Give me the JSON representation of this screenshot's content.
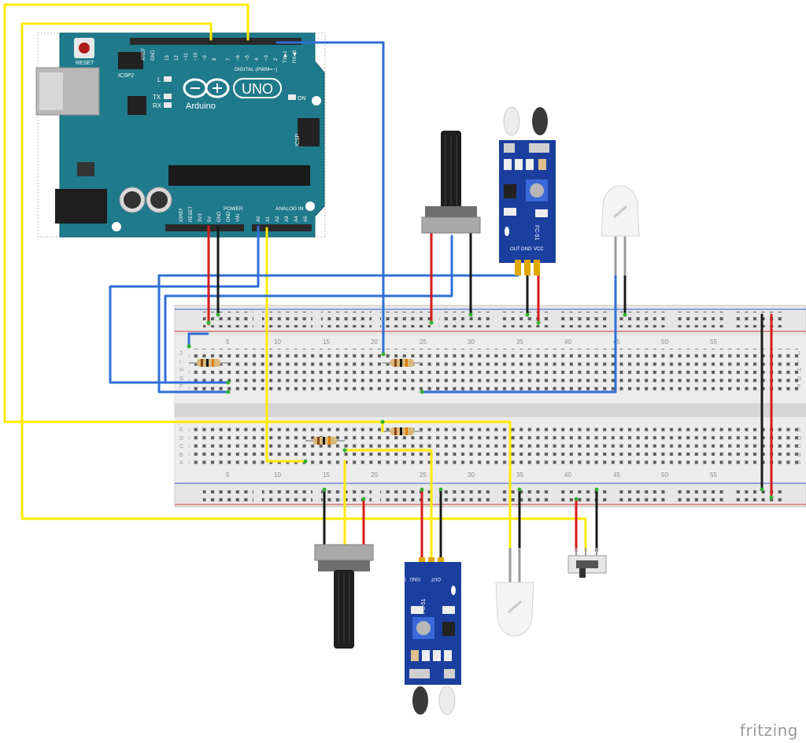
{
  "arduino": {
    "brand": "Arduino",
    "model": "UNO",
    "reset_label": "RESET",
    "icsp2_label": "ICSP2",
    "icsp_label": "ICSP",
    "led_l": "L",
    "led_tx": "TX",
    "led_rx": "RX",
    "on_label": "ON",
    "digital_header": "DIGITAL (PWM=~)",
    "analog_header": "ANALOG IN",
    "power_header": "POWER",
    "digital_pins": [
      "AREF",
      "GND",
      "13",
      "12",
      "~11",
      "~10",
      "~9",
      "8",
      "7",
      "~6",
      "~5",
      "4",
      "~3",
      "2",
      "TX▶1",
      "RX◀0"
    ],
    "power_pins": [
      "IOREF",
      "RESET",
      "3V3",
      "5V",
      "GND",
      "GND",
      "VIN"
    ],
    "analog_pins": [
      "A0",
      "A1",
      "A2",
      "A3",
      "A4",
      "A5"
    ]
  },
  "sensor_module": {
    "model": "FC-51",
    "pins": [
      "OUT",
      "GND",
      "VCC"
    ]
  },
  "breadboard": {
    "column_numbers": [
      "5",
      "10",
      "15",
      "20",
      "25",
      "30",
      "35",
      "40",
      "45",
      "50",
      "55"
    ],
    "rows_top": [
      "J",
      "I",
      "H",
      "G",
      "F"
    ],
    "rows_bottom": [
      "E",
      "D",
      "C",
      "B",
      "A"
    ]
  },
  "footer": {
    "brand": "fritzing"
  },
  "colors": {
    "board_teal": "#1f7a8c",
    "wire_yellow": "#ffea00",
    "wire_blue": "#2f6fd6",
    "wire_red": "#d81a1a",
    "wire_black": "#1a1a1a",
    "breadboard_gray": "#e8e8e8",
    "module_blue": "#1b3f9e",
    "hole_green": "#2fb22f"
  }
}
